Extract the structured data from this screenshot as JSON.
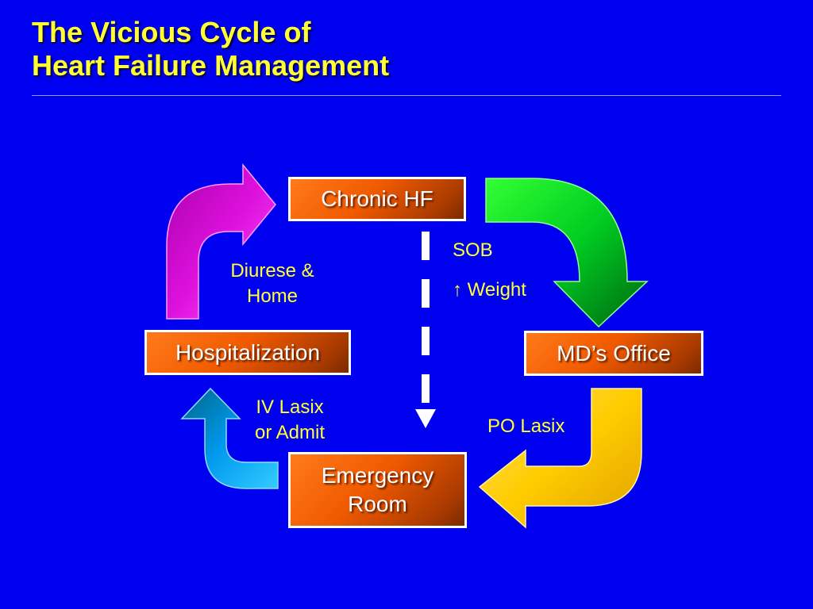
{
  "title": {
    "line1": "The Vicious Cycle of",
    "line2": "Heart Failure Management"
  },
  "nodes": {
    "chronic_hf": "Chronic HF",
    "md_office": "MD’s Office",
    "emergency_room": {
      "line1": "Emergency",
      "line2": "Room"
    },
    "hospitalization": "Hospitalization"
  },
  "labels": {
    "sob": "SOB",
    "up_arrow": "↑",
    "weight": "Weight",
    "po_lasix": "PO Lasix",
    "iv_lasix": {
      "line1": "IV Lasix",
      "line2": "or Admit"
    },
    "diurese": {
      "line1": "Diurese &",
      "line2": "Home"
    }
  },
  "colors": {
    "background": "#0000f0",
    "title": "#ffff33",
    "box": "#f05a00",
    "arrow_green": "#00cc33",
    "arrow_yellow": "#ffcc00",
    "arrow_blue": "#00aaff",
    "arrow_magenta": "#cc00cc",
    "dashed_arrow": "#ffffff"
  }
}
